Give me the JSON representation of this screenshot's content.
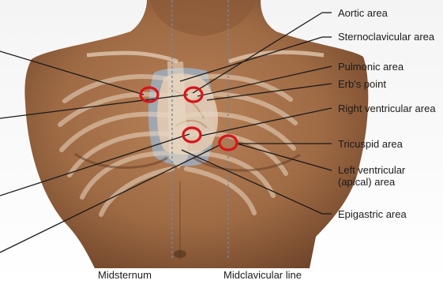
{
  "labels": {
    "aortic": "Aortic area",
    "sternoclavicular": "Sternoclavicular area",
    "pulmonic": "Pulmonic area",
    "erbs": "Erb's point",
    "right_ventricular": "Right ventricular area",
    "tricuspid": "Tricuspid area",
    "left_ventricular": "Left ventricular (apical) area",
    "epigastric": "Epigastric area"
  },
  "axis_labels": {
    "midsternum": "Midsternum",
    "midclavicular": "Midclavicular line"
  },
  "colors": {
    "skin": "#a8734b",
    "skin_dark": "#6e4429",
    "heart": "#e0c8b0",
    "lung_blue": "#9bb6cf",
    "marker": "#d8141a",
    "line": "#1a1a1a",
    "guide": "#6c8aa6"
  }
}
